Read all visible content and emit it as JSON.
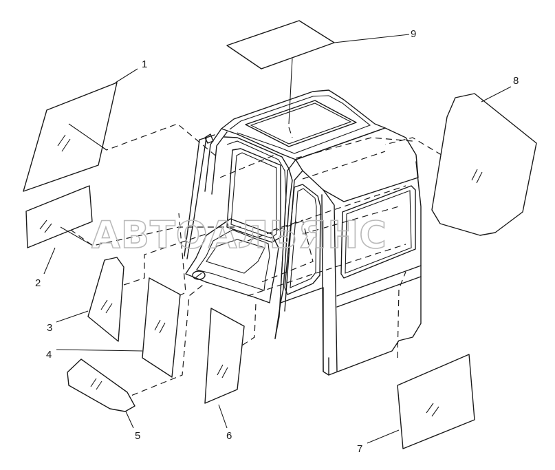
{
  "watermark": "АВТОАЛЬЯНС",
  "callouts": [
    {
      "id": "glass-1",
      "label": "1"
    },
    {
      "id": "glass-2",
      "label": "2"
    },
    {
      "id": "glass-3",
      "label": "3"
    },
    {
      "id": "glass-4",
      "label": "4"
    },
    {
      "id": "glass-5",
      "label": "5"
    },
    {
      "id": "glass-6",
      "label": "6"
    },
    {
      "id": "glass-7",
      "label": "7"
    },
    {
      "id": "glass-8",
      "label": "8"
    },
    {
      "id": "glass-9",
      "label": "9"
    }
  ]
}
